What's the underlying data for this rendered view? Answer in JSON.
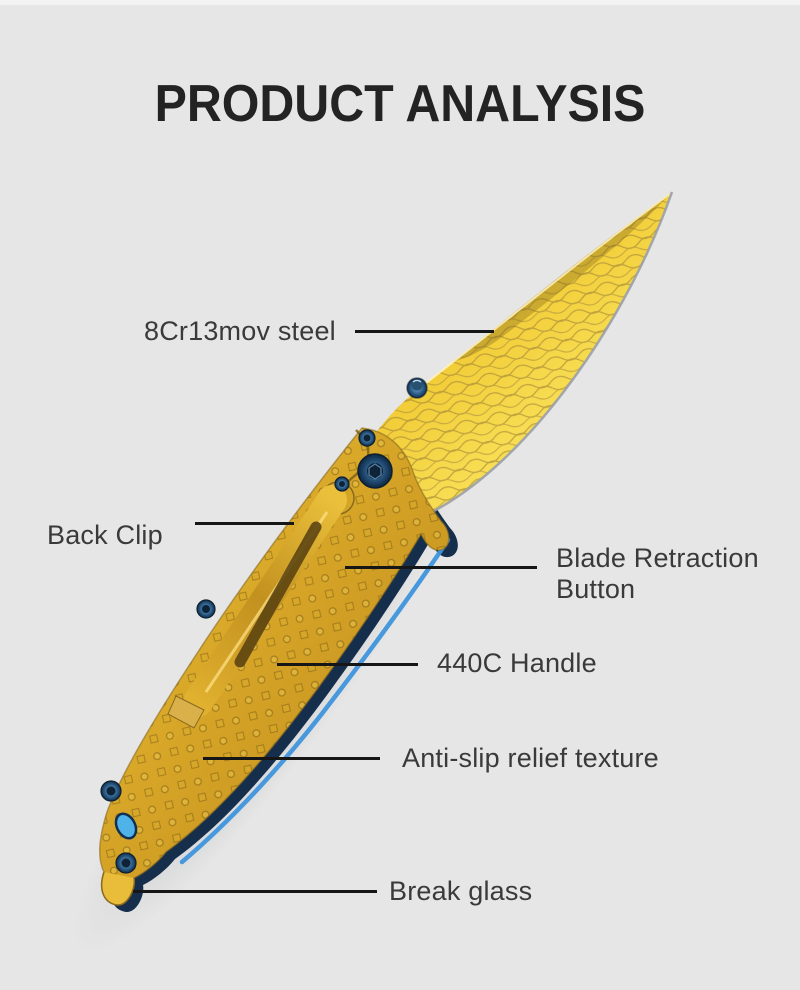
{
  "header": {
    "title": "PRODUCT ANALYSIS"
  },
  "callouts": [
    {
      "id": "blade-steel",
      "label": "8Cr13mov steel"
    },
    {
      "id": "back-clip",
      "label": "Back Clip"
    },
    {
      "id": "blade-retraction-button",
      "label": "Blade Retraction Button"
    },
    {
      "id": "handle-material",
      "label": "440C Handle"
    },
    {
      "id": "anti-slip-texture",
      "label": "Anti-slip relief texture"
    },
    {
      "id": "break-glass",
      "label": "Break glass"
    }
  ],
  "image": {
    "subject": "gold damascus folding pocket knife, closed, blade tip up-right"
  },
  "colors": {
    "background": "#e6e6e6",
    "title_text": "#232323",
    "label_text": "#3a3a3a",
    "callout_line": "#161616",
    "knife_gold": "#f2ca3a",
    "knife_gold_deep": "#b8871c",
    "damascus_line": "#a08338",
    "screw_blue": "#2e6db4",
    "liner_navy": "#152e4c",
    "liner_blue_edge": "#3e94dc",
    "notch_cyan": "#4fb3ea"
  }
}
